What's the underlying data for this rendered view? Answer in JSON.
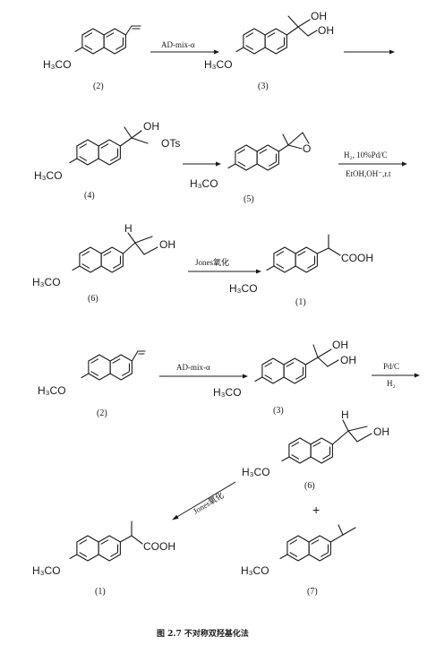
{
  "caption": "图 2.7   不对称双羟基化法",
  "compounds": {
    "c2a": {
      "number": "(2)",
      "label": "H₃CO"
    },
    "c3a": {
      "number": "(3)",
      "label": "H₃CO",
      "oh1": "OH",
      "oh2": "OH"
    },
    "c4": {
      "number": "(4)",
      "label": "H₃CO",
      "oh": "OH",
      "ots": "OTs"
    },
    "c5": {
      "number": "(5)",
      "label": "H₃CO",
      "o": "O"
    },
    "c6a": {
      "number": "(6)",
      "label": "H₃CO",
      "h": "H",
      "oh": "OH"
    },
    "c1a": {
      "number": "(1)",
      "label": "H₃CO",
      "cooh": "COOH"
    },
    "c2b": {
      "number": "(2)",
      "label": "H₃CO"
    },
    "c3b": {
      "number": "(3)",
      "label": "H₃CO",
      "oh1": "OH",
      "oh2": "OH"
    },
    "c6b": {
      "number": "(6)",
      "label": "H₃CO",
      "h": "H",
      "oh": "OH"
    },
    "c1b": {
      "number": "(1)",
      "label": "H₃CO",
      "cooh": "COOH"
    },
    "c7": {
      "number": "(7)",
      "label": "H₃CO"
    }
  },
  "conditions": {
    "r1": "AD-mix-α",
    "r4_top": "H₂, 10%Pd/C",
    "r4_bottom": "EtOH,OH⁻,r.t",
    "r5": "Jones氧化",
    "r6": "AD-mix-α",
    "r7_top": "Pd/C",
    "r7_bottom": "H₂",
    "r8": "Jones氧化"
  },
  "plus_sign": "+"
}
